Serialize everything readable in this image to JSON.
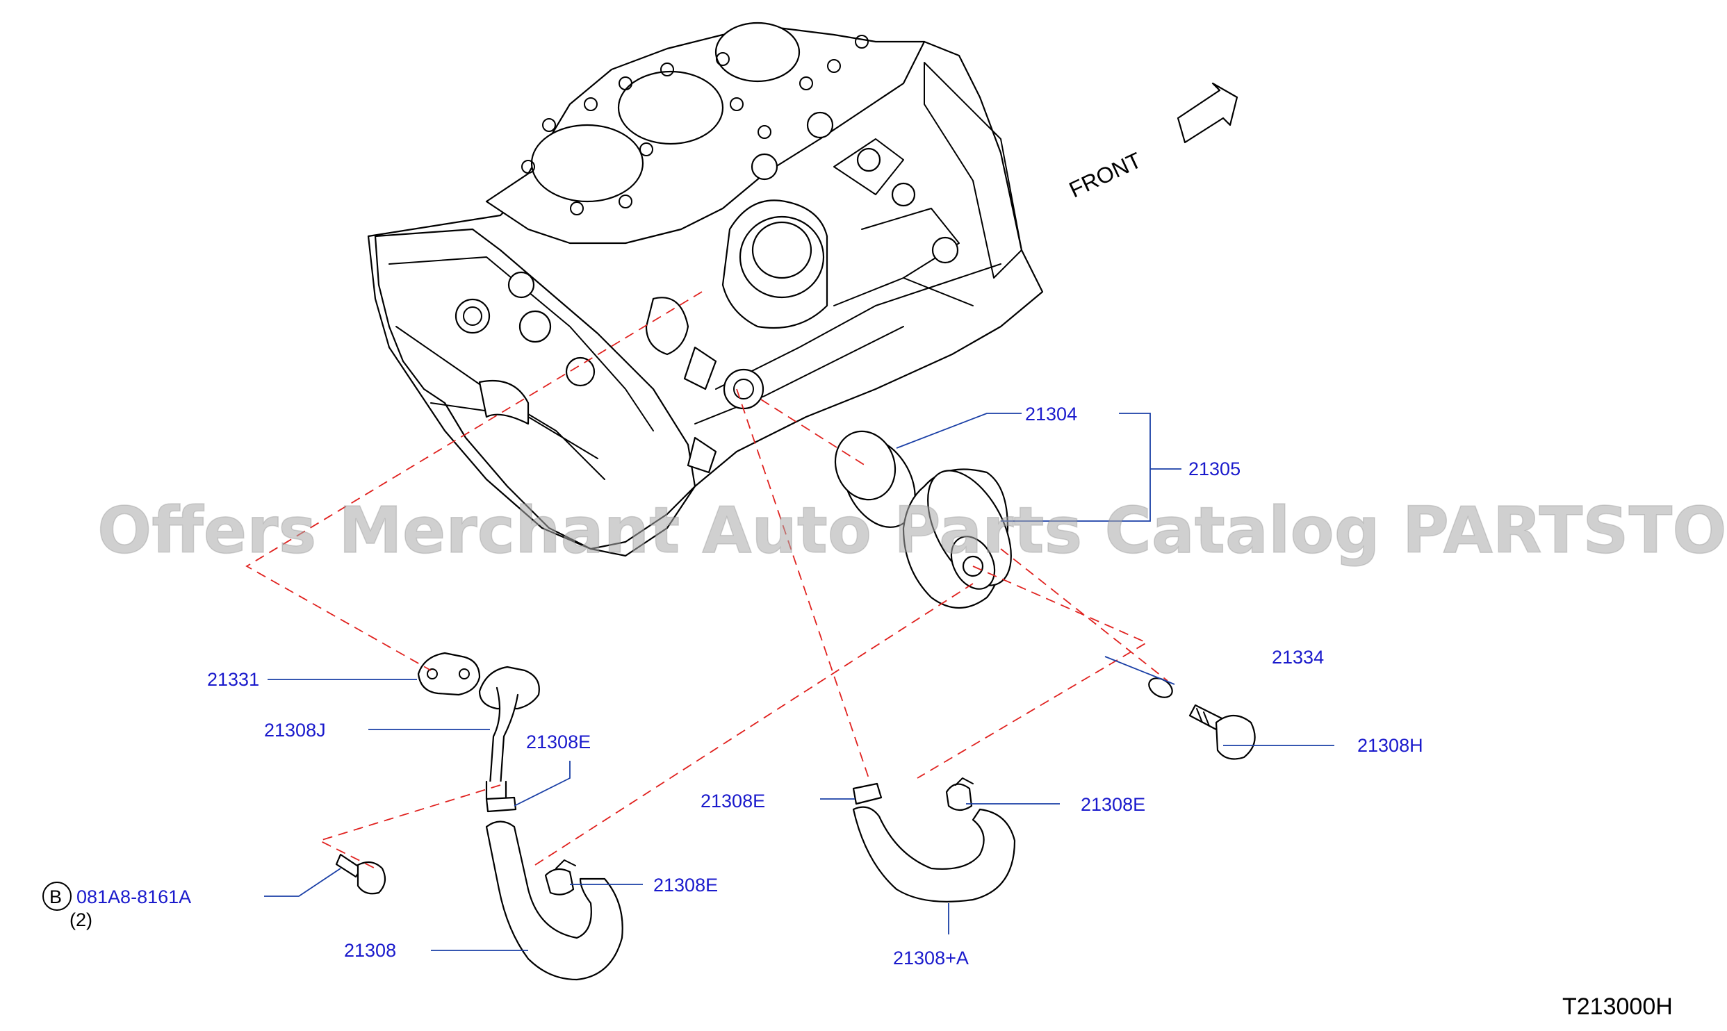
{
  "watermark": "Offers Merchant Auto Parts Catalog PARTSTORE.SA",
  "direction_label": "FRONT",
  "diagram_code": "T213000H",
  "callouts": {
    "c21304": "21304",
    "c21305": "21305",
    "c21331": "21331",
    "c21308J": "21308J",
    "c21308E_a": "21308E",
    "c21308E_b": "21308E",
    "c21308E_c": "21308E",
    "c21308E_d": "21308E",
    "c21334": "21334",
    "c21308H": "21308H",
    "c081A8": "081A8-8161A",
    "qty": "(2)",
    "c21308": "21308",
    "c21308A": "21308+A"
  },
  "circle_letter": "B",
  "colors": {
    "callout": "#1a1acc",
    "leader": "#1a3fa6",
    "dashed": "#e0221f"
  }
}
